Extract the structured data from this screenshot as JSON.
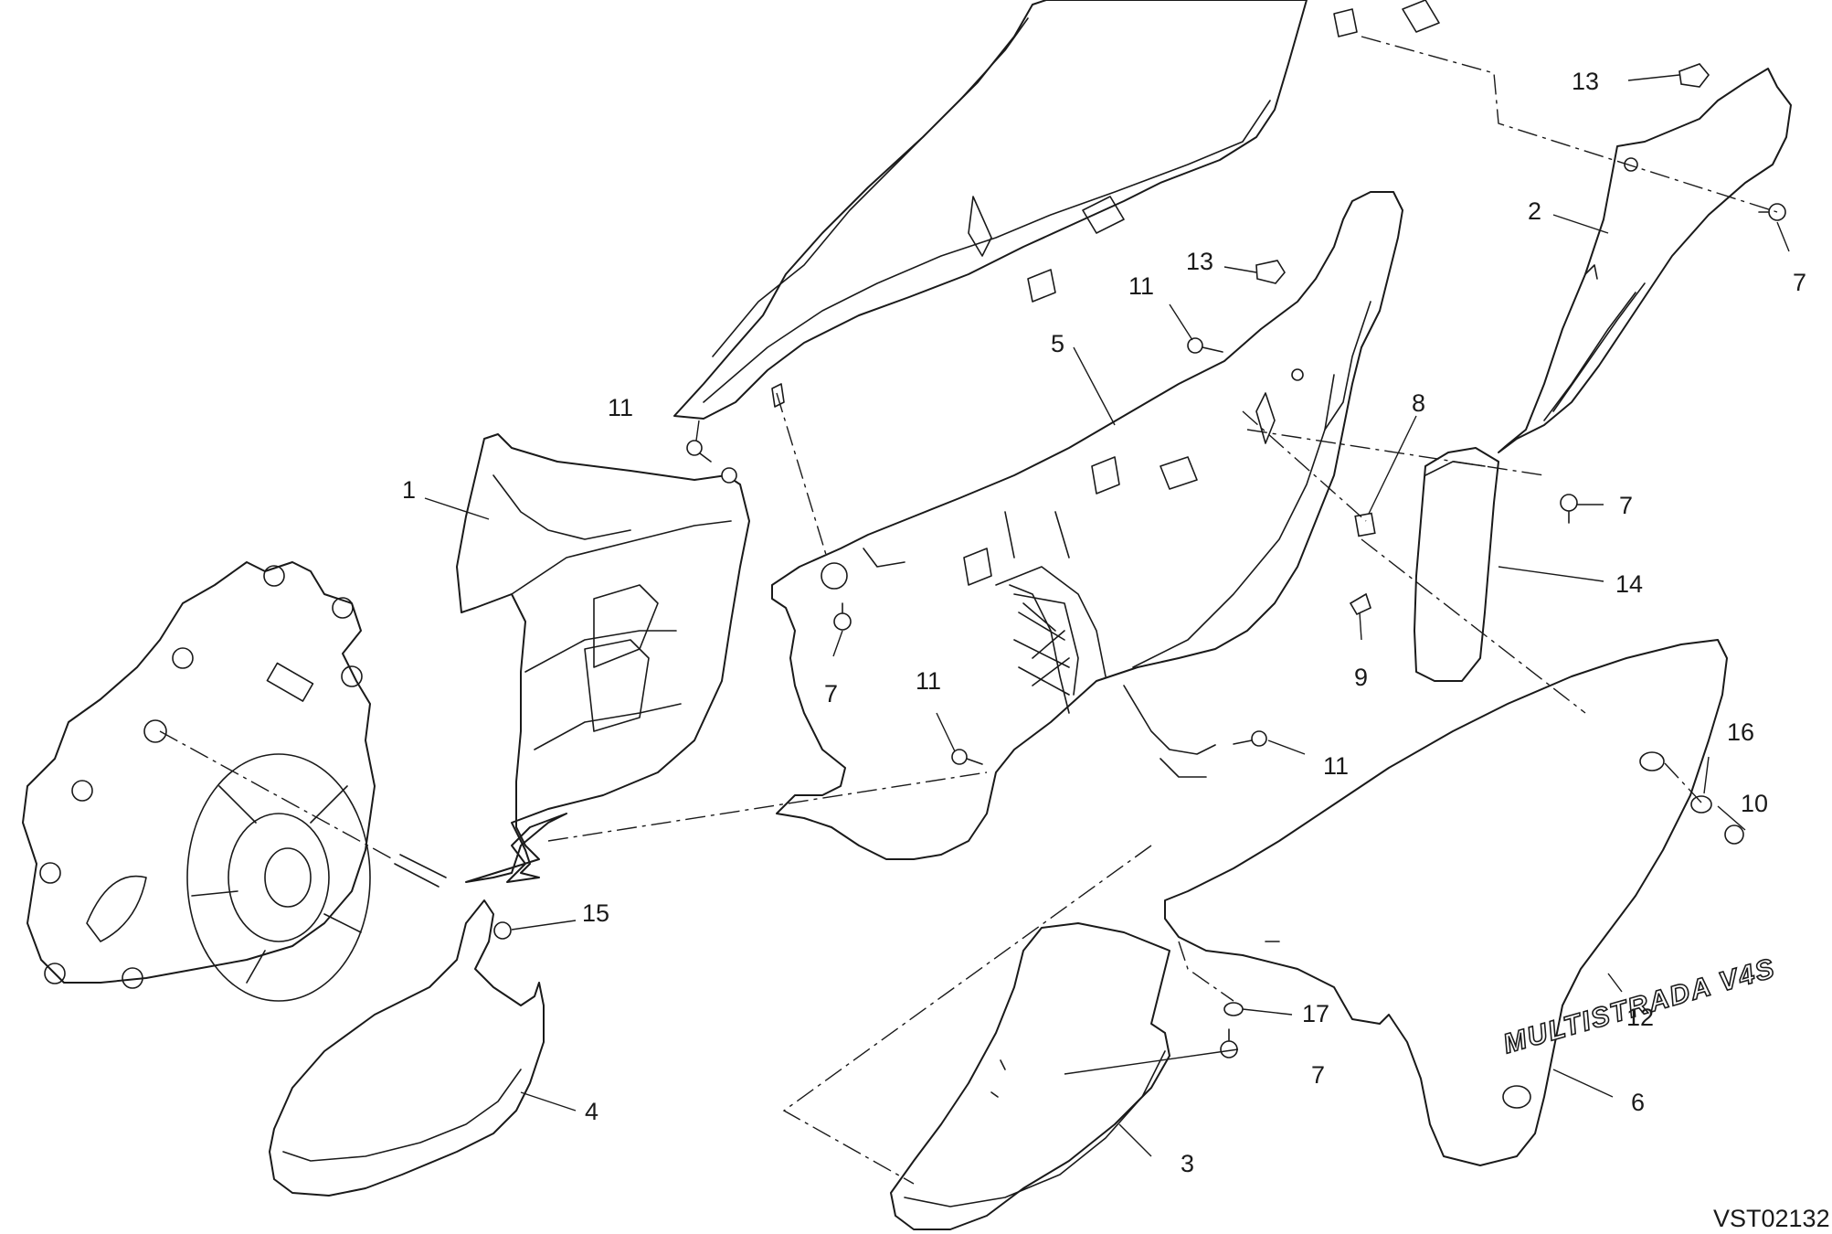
{
  "drawing": {
    "reference_code": "VST02132",
    "model_logo": "MULTISTRADA V4S"
  },
  "callouts": [
    {
      "id": "c1",
      "label": "1"
    },
    {
      "id": "c2",
      "label": "2"
    },
    {
      "id": "c3",
      "label": "3"
    },
    {
      "id": "c4",
      "label": "4"
    },
    {
      "id": "c5",
      "label": "5"
    },
    {
      "id": "c6",
      "label": "6"
    },
    {
      "id": "c7a",
      "label": "7"
    },
    {
      "id": "c7b",
      "label": "7"
    },
    {
      "id": "c7c",
      "label": "7"
    },
    {
      "id": "c7d",
      "label": "7"
    },
    {
      "id": "c8",
      "label": "8"
    },
    {
      "id": "c9",
      "label": "9"
    },
    {
      "id": "c10",
      "label": "10"
    },
    {
      "id": "c11a",
      "label": "11"
    },
    {
      "id": "c11b",
      "label": "11"
    },
    {
      "id": "c11c",
      "label": "11"
    },
    {
      "id": "c11d",
      "label": "11"
    },
    {
      "id": "c12",
      "label": "12"
    },
    {
      "id": "c13a",
      "label": "13"
    },
    {
      "id": "c13b",
      "label": "13"
    },
    {
      "id": "c14",
      "label": "14"
    },
    {
      "id": "c15",
      "label": "15"
    },
    {
      "id": "c16",
      "label": "16"
    },
    {
      "id": "c17",
      "label": "17"
    }
  ]
}
